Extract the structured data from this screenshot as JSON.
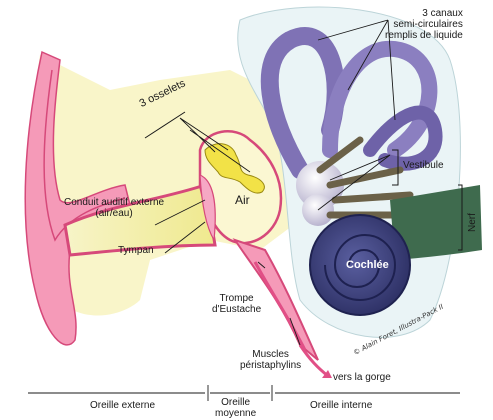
{
  "labels": {
    "canaux": [
      "3 canaux",
      "semi-circulaires",
      "remplis de liquide"
    ],
    "osselets": "3 osselets",
    "vestibule": "Vestibule",
    "nerf": "Nerf",
    "conduit": [
      "Conduit auditif externe",
      "(air/eau)"
    ],
    "air": "Air",
    "tympan": "Tympan",
    "cochlee": "Cochlée",
    "trompe": [
      "Trompe",
      "d'Eustache"
    ],
    "muscles": [
      "Muscles",
      "péristaphylins"
    ],
    "gorge": "vers la gorge",
    "copyright": "© Alain Foret, Illustra-Pack II"
  },
  "regions": {
    "externe": "Oreille externe",
    "moyenne": [
      "Oreille",
      "moyenne"
    ],
    "interne": "Oreille interne"
  },
  "colors": {
    "canal": "#f6f1b0",
    "pinna": "#f08bb0",
    "cochlea": "#3a3f7a",
    "canals": "#7f72b5",
    "nerve": "#3f6b4e",
    "ossicle": "#f2e247"
  }
}
